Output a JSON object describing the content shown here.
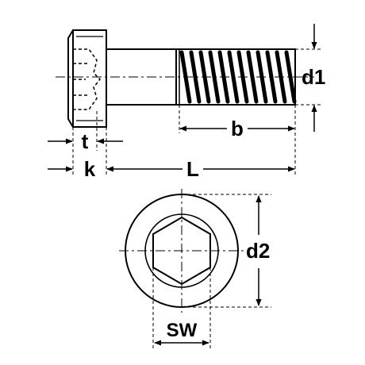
{
  "labels": {
    "t": "t",
    "k": "k",
    "L": "L",
    "b": "b",
    "d1": "d1",
    "d2": "d2",
    "sw": "SW"
  }
}
